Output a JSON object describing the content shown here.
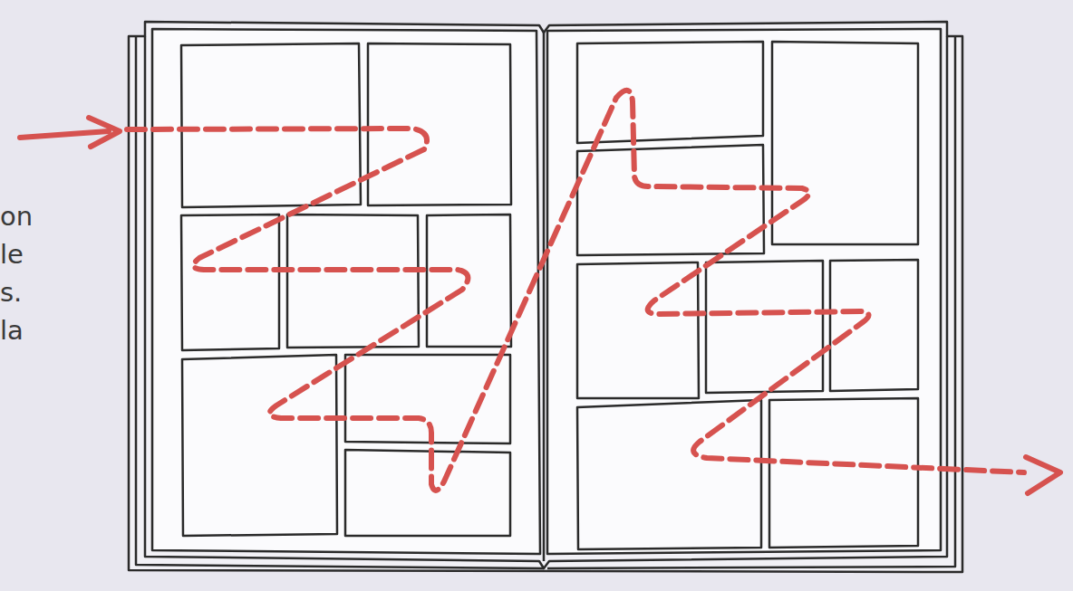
{
  "diagram": {
    "labels": [
      "on",
      "le",
      "s.",
      "la"
    ]
  }
}
